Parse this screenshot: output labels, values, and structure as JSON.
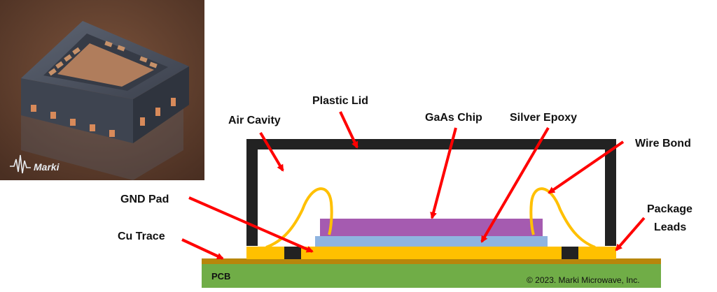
{
  "photo": {
    "logo_text": "Marki"
  },
  "labels": {
    "plastic_lid": "Plastic Lid",
    "air_cavity": "Air Cavity",
    "gaas_chip": "GaAs Chip",
    "silver_epoxy": "Silver Epoxy",
    "wire_bond": "Wire Bond",
    "gnd_pad": "GND Pad",
    "package_leads_line1": "Package",
    "package_leads_line2": "Leads",
    "cu_trace": "Cu Trace",
    "pcb": "PCB"
  },
  "copyright": "© 2023. Marki Microwave, Inc.",
  "colors": {
    "lid": "#222222",
    "chip": "#a55bb0",
    "epoxy": "#8fb4e0",
    "gold": "#ffc000",
    "copper": "#b8860b",
    "pcb": "#70ad47",
    "arrow": "#ff0000"
  }
}
